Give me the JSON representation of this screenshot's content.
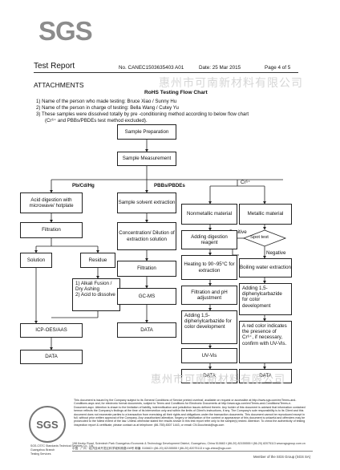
{
  "header": {
    "logo": "SGS",
    "title": "Test Report",
    "report_no": "No. CANEC1503635403  A01",
    "date": "Date: 25 Mar 2015",
    "page": "Page 4 of 5",
    "watermark": "惠州市可南新材料有限公司"
  },
  "attachments": "ATTACHMENTS",
  "flow": {
    "title": "RoHS Testing Flow Chart",
    "notes": [
      "1) Name of the person who made testing:  Bruce Xiao / Sunny Hu",
      "2) Name of the person in charge of testing:  Bella Wang / Cutey Yu",
      "3) These samples were dissolved totally by pre -conditioning method according to below flow chart",
      "(Cr⁶⁺ and PBBs/PBDEs test method excluded)."
    ],
    "boxes": {
      "prep": "Sample Preparation",
      "meas": "Sample Measurement",
      "acid": "Acid digestion with microwave/ hotplate",
      "filt1": "Filtration",
      "solution": "Solution",
      "residue": "Residue",
      "alkali": "1) Alkali Fusion / Dry Ashing\n2) Acid to dissolve",
      "icp": "ICP-OES/AAS",
      "data1": "DATA",
      "solvent": "Sample solvent extraction",
      "conc": "Concentration/ Dilution of extraction solution",
      "filt2": "Filtration",
      "gcms": "GC-MS",
      "data2": "DATA",
      "nonmet": "Nonmetallic material",
      "adddig": "Adding digestion reagent",
      "heat": "Heating to 90~95°C for extraction",
      "filtph": "Filtration and pH adjustment",
      "adddiph1": "Adding 1,5-diphenylcarbazide for color development",
      "uvvis": "UV-Vis",
      "data3": "DATA",
      "metal": "Metallic material",
      "spot": "Spot test",
      "boil": "Boiling water extraction",
      "adddiph2": "Adding 1,5-diphenylcarbazide for color development",
      "red": "A red color indicates the presence of Cr⁶⁺, if necessary, confirm with UV-Vis.",
      "data4": "DATA"
    },
    "labels": {
      "pb": "Pb/Cd/Hg",
      "pbb": "PBBs/PBDEs",
      "cr": "Cr⁶⁺",
      "positive": "Positive",
      "negative": "Negative"
    }
  },
  "footer": {
    "disclaimer": "This document is issued by the Company subject to its General Conditions of Service printed overleaf, available on request or accessible at http://www.sgs.com/en/Terms-and-Conditions.aspx and, for electronic format documents, subject to Terms and Conditions for Electronic Documents at http://www.sgs.com/en/Terms-and-Conditions/Terms-e-Document.aspx. Attention is drawn to the limitation of liability, indemnification and jurisdiction issues defined therein. Any holder of this document is advised that information contained hereon reflects the Company's findings at the time of its intervention only and within the limits of Client's instructions, if any. The Company's sole responsibility is to its Client and this document does not exonerate parties to a transaction from exercising all their rights and obligations under the transaction documents. This document cannot be reproduced except in full, without prior written approval of the Company. Any unauthorized alteration, forgery or falsification of the content or appearance of this document is unlawful and offenders may be prosecuted to the fullest extent of the law. Unless otherwise stated the results shown in this test report refer only to the sample(s) tested. Attention: To check the authenticity of testing /inspection report & certificate, please contact us at telephone: (86-755) 8307 1443, or email: CN.Doccheck@sgs.com",
    "seal_lines": [
      "SGS-CSTC Standards Technical Services Co., Ltd.",
      "Guangzhou Branch",
      "Testing Services"
    ],
    "address_en": "198 Kezhu Road, Scientech Park Guangzhou Economic & Technology Development District, Guangzhou, China 510663   t (86-20) 82155555   f (86-20) 82075113   www.sgsgroup.com.cn",
    "address_cn": "中国 · 广州 · 经济技术开发区科学城科珠路198号   邮编: 510663   t (86-20) 82155555   f (86-20) 82075113   e sgs.china@sgs.com",
    "member": "Member of the SGS Group (SGS SA)",
    "watermark": "惠州市可南新材料有限公司"
  }
}
